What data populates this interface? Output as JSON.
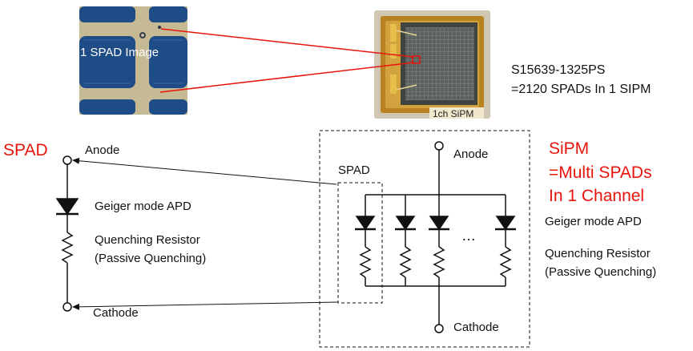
{
  "photos": {
    "spad_caption": "1 SPAD Image",
    "sipm_caption": "1ch SiPM"
  },
  "product": {
    "model": "S15639-1325PS",
    "spad_count": "=2120 SPADs In 1 SIPM"
  },
  "single_spad": {
    "title": "SPAD",
    "anode": "Anode",
    "apd_label": "Geiger mode APD",
    "resistor_label_1": "Quenching Resistor",
    "resistor_label_2": "(Passive Quenching)",
    "cathode": "Cathode"
  },
  "sipm": {
    "spad_box_label": "SPAD",
    "anode": "Anode",
    "cathode": "Cathode",
    "ellipsis": "…",
    "title_1": "SiPM",
    "title_2": "=Multi SPADs",
    "title_3": "In 1 Channel",
    "apd_label": "Geiger mode APD",
    "resistor_label_1": "Quenching Resistor",
    "resistor_label_2": "(Passive Quenching)"
  },
  "colors": {
    "accent": "#e8140c",
    "ink": "#111111",
    "wafer": "#1e4c86"
  }
}
